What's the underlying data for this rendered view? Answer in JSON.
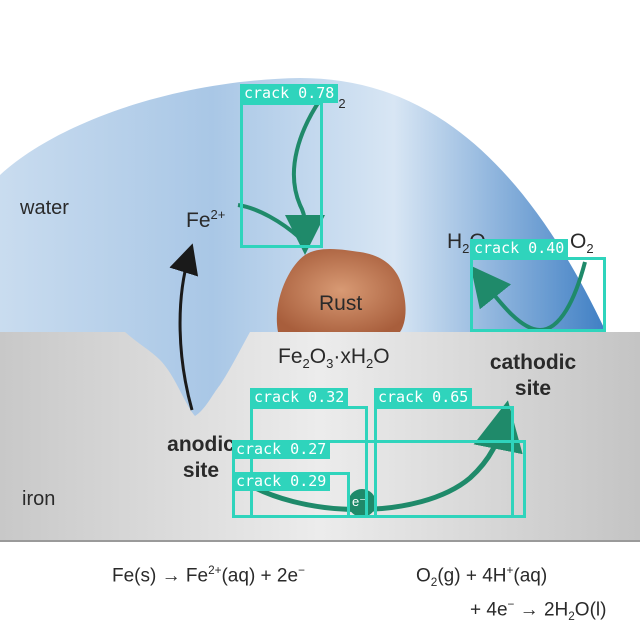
{
  "labels": {
    "water": "water",
    "iron": "iron",
    "fe2": "Fe",
    "fe2_sup": "2+",
    "o2_top": "O",
    "o2_top_sub": "2",
    "h2o": "H",
    "h2o_sub": "2",
    "h2o_o": "O",
    "o2_right": "O",
    "o2_right_sub": "2",
    "rust": "Rust",
    "formula_a": "Fe",
    "formula_b": "2",
    "formula_c": "O",
    "formula_d": "3",
    "formula_e": "·xH",
    "formula_f": "2",
    "formula_g": "O",
    "anodic": "anodic",
    "anodic_site": "site",
    "cathodic": "cathodic",
    "cathodic_site": "site",
    "electron": "e⁻"
  },
  "equations": {
    "left": "Fe(s) → Fe",
    "left_sup": "2+",
    "left_tail": "(aq) + 2e",
    "left_minus": "−",
    "right1": "O",
    "right1_sub": "2",
    "right1_mid": "(g) + 4H",
    "right1_sup": "+",
    "right1_tail": "(aq)",
    "right2": "+ 4e",
    "right2_sup": "−",
    "right2_mid": " → 2H",
    "right2_sub": "2",
    "right2_tail": "O(l)"
  },
  "detections": [
    {
      "id": "d1",
      "label": "crack 0.78"
    },
    {
      "id": "d2",
      "label": "crack 0.40"
    },
    {
      "id": "d3",
      "label": "crack 0.32"
    },
    {
      "id": "d4",
      "label": "crack 0.65"
    },
    {
      "id": "d5",
      "label": "crack 0.27"
    },
    {
      "id": "d6",
      "label": "crack 0.29"
    }
  ],
  "colors": {
    "water_light": "#dfeaf6",
    "water_dark": "#4a86c8",
    "iron_light": "#e6e6e6",
    "iron_dark": "#b9b9b9",
    "rust": "#b8704a",
    "arrow_green": "#1f8a6a",
    "arrow_black": "#1a1a1a",
    "detection_box": "#2fd4bc"
  }
}
